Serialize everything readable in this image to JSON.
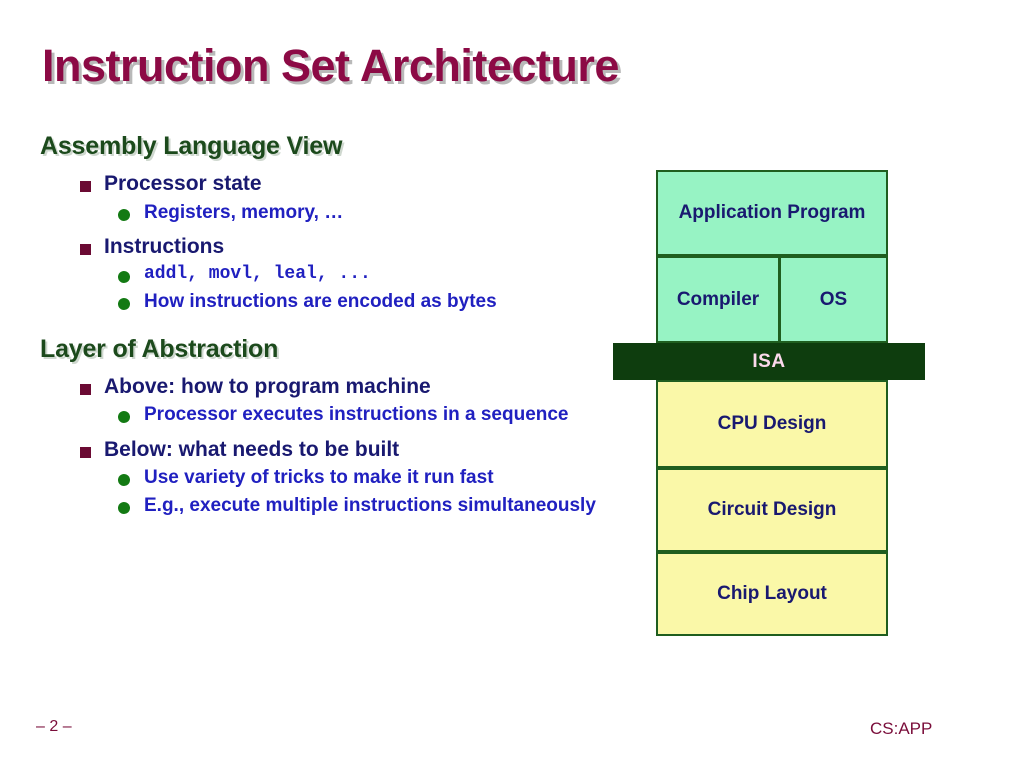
{
  "slide": {
    "title": "Instruction Set Architecture",
    "page_number": "– 2 –",
    "brand": "CS:APP"
  },
  "sections": [
    {
      "heading": "Assembly Language View",
      "bullets": [
        {
          "text": "Processor state",
          "sub": [
            {
              "text": "Registers, memory, …",
              "mono": false
            }
          ]
        },
        {
          "text": "Instructions",
          "sub": [
            {
              "text": "addl, movl, leal, ...",
              "mono": true
            },
            {
              "text": "How instructions are encoded as bytes",
              "mono": false
            }
          ]
        }
      ]
    },
    {
      "heading": "Layer of Abstraction",
      "bullets": [
        {
          "text": "Above: how to program machine",
          "sub": [
            {
              "text": "Processor executes instructions in a sequence",
              "mono": false
            }
          ]
        },
        {
          "text": "Below: what needs to be built",
          "sub": [
            {
              "text": "Use variety of tricks to make it run fast",
              "mono": false
            },
            {
              "text": "E.g., execute multiple instructions simultaneously",
              "mono": false
            }
          ]
        }
      ]
    }
  ],
  "diagram": {
    "layers": {
      "application": "Application Program",
      "compiler": "Compiler",
      "os": "OS",
      "isa": "ISA",
      "cpu": "CPU Design",
      "circuit": "Circuit Design",
      "chip": "Chip Layout"
    }
  },
  "colors": {
    "title": "#8C0A45",
    "title_shadow": "#b9b9b9",
    "section_heading": "#1C4A1C",
    "bullet1_text": "#191970",
    "bullet1_marker": "#6B0A33",
    "bullet2_text": "#2020C0",
    "bullet2_marker": "#137A13",
    "green_box": "#97F3C4",
    "yellow_box": "#FAF8A8",
    "box_border": "#1F5E1F",
    "isa_bar": "#0E3D0E",
    "isa_text": "#FBD9EC",
    "footer": "#7A0D3A"
  }
}
